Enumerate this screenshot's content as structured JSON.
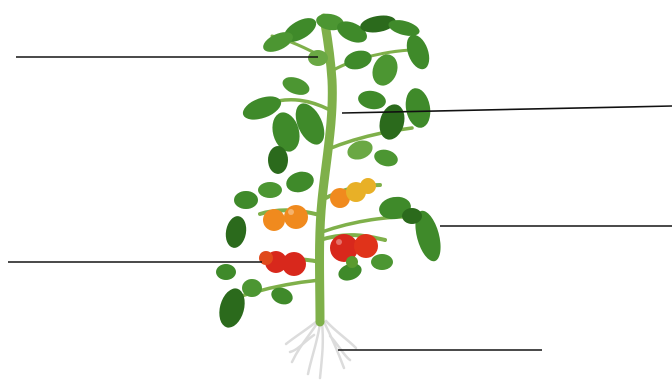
{
  "diagram": {
    "subject": "tomato-plant",
    "labels": [
      {
        "id": "label-top",
        "text": ""
      },
      {
        "id": "label-stem",
        "text": ""
      },
      {
        "id": "label-leaf",
        "text": ""
      },
      {
        "id": "label-fruit",
        "text": ""
      },
      {
        "id": "label-root",
        "text": ""
      }
    ],
    "colors": {
      "leaf": "#3f8a2a",
      "leaf_dark": "#2b6a1c",
      "leaf_light": "#6aa844",
      "stem": "#7fb04a",
      "fruit_red": "#d8281c",
      "fruit_orange": "#f08a1e",
      "fruit_yellow": "#e8b027",
      "root": "#e7e7e7",
      "leader_line": "#111111"
    }
  }
}
